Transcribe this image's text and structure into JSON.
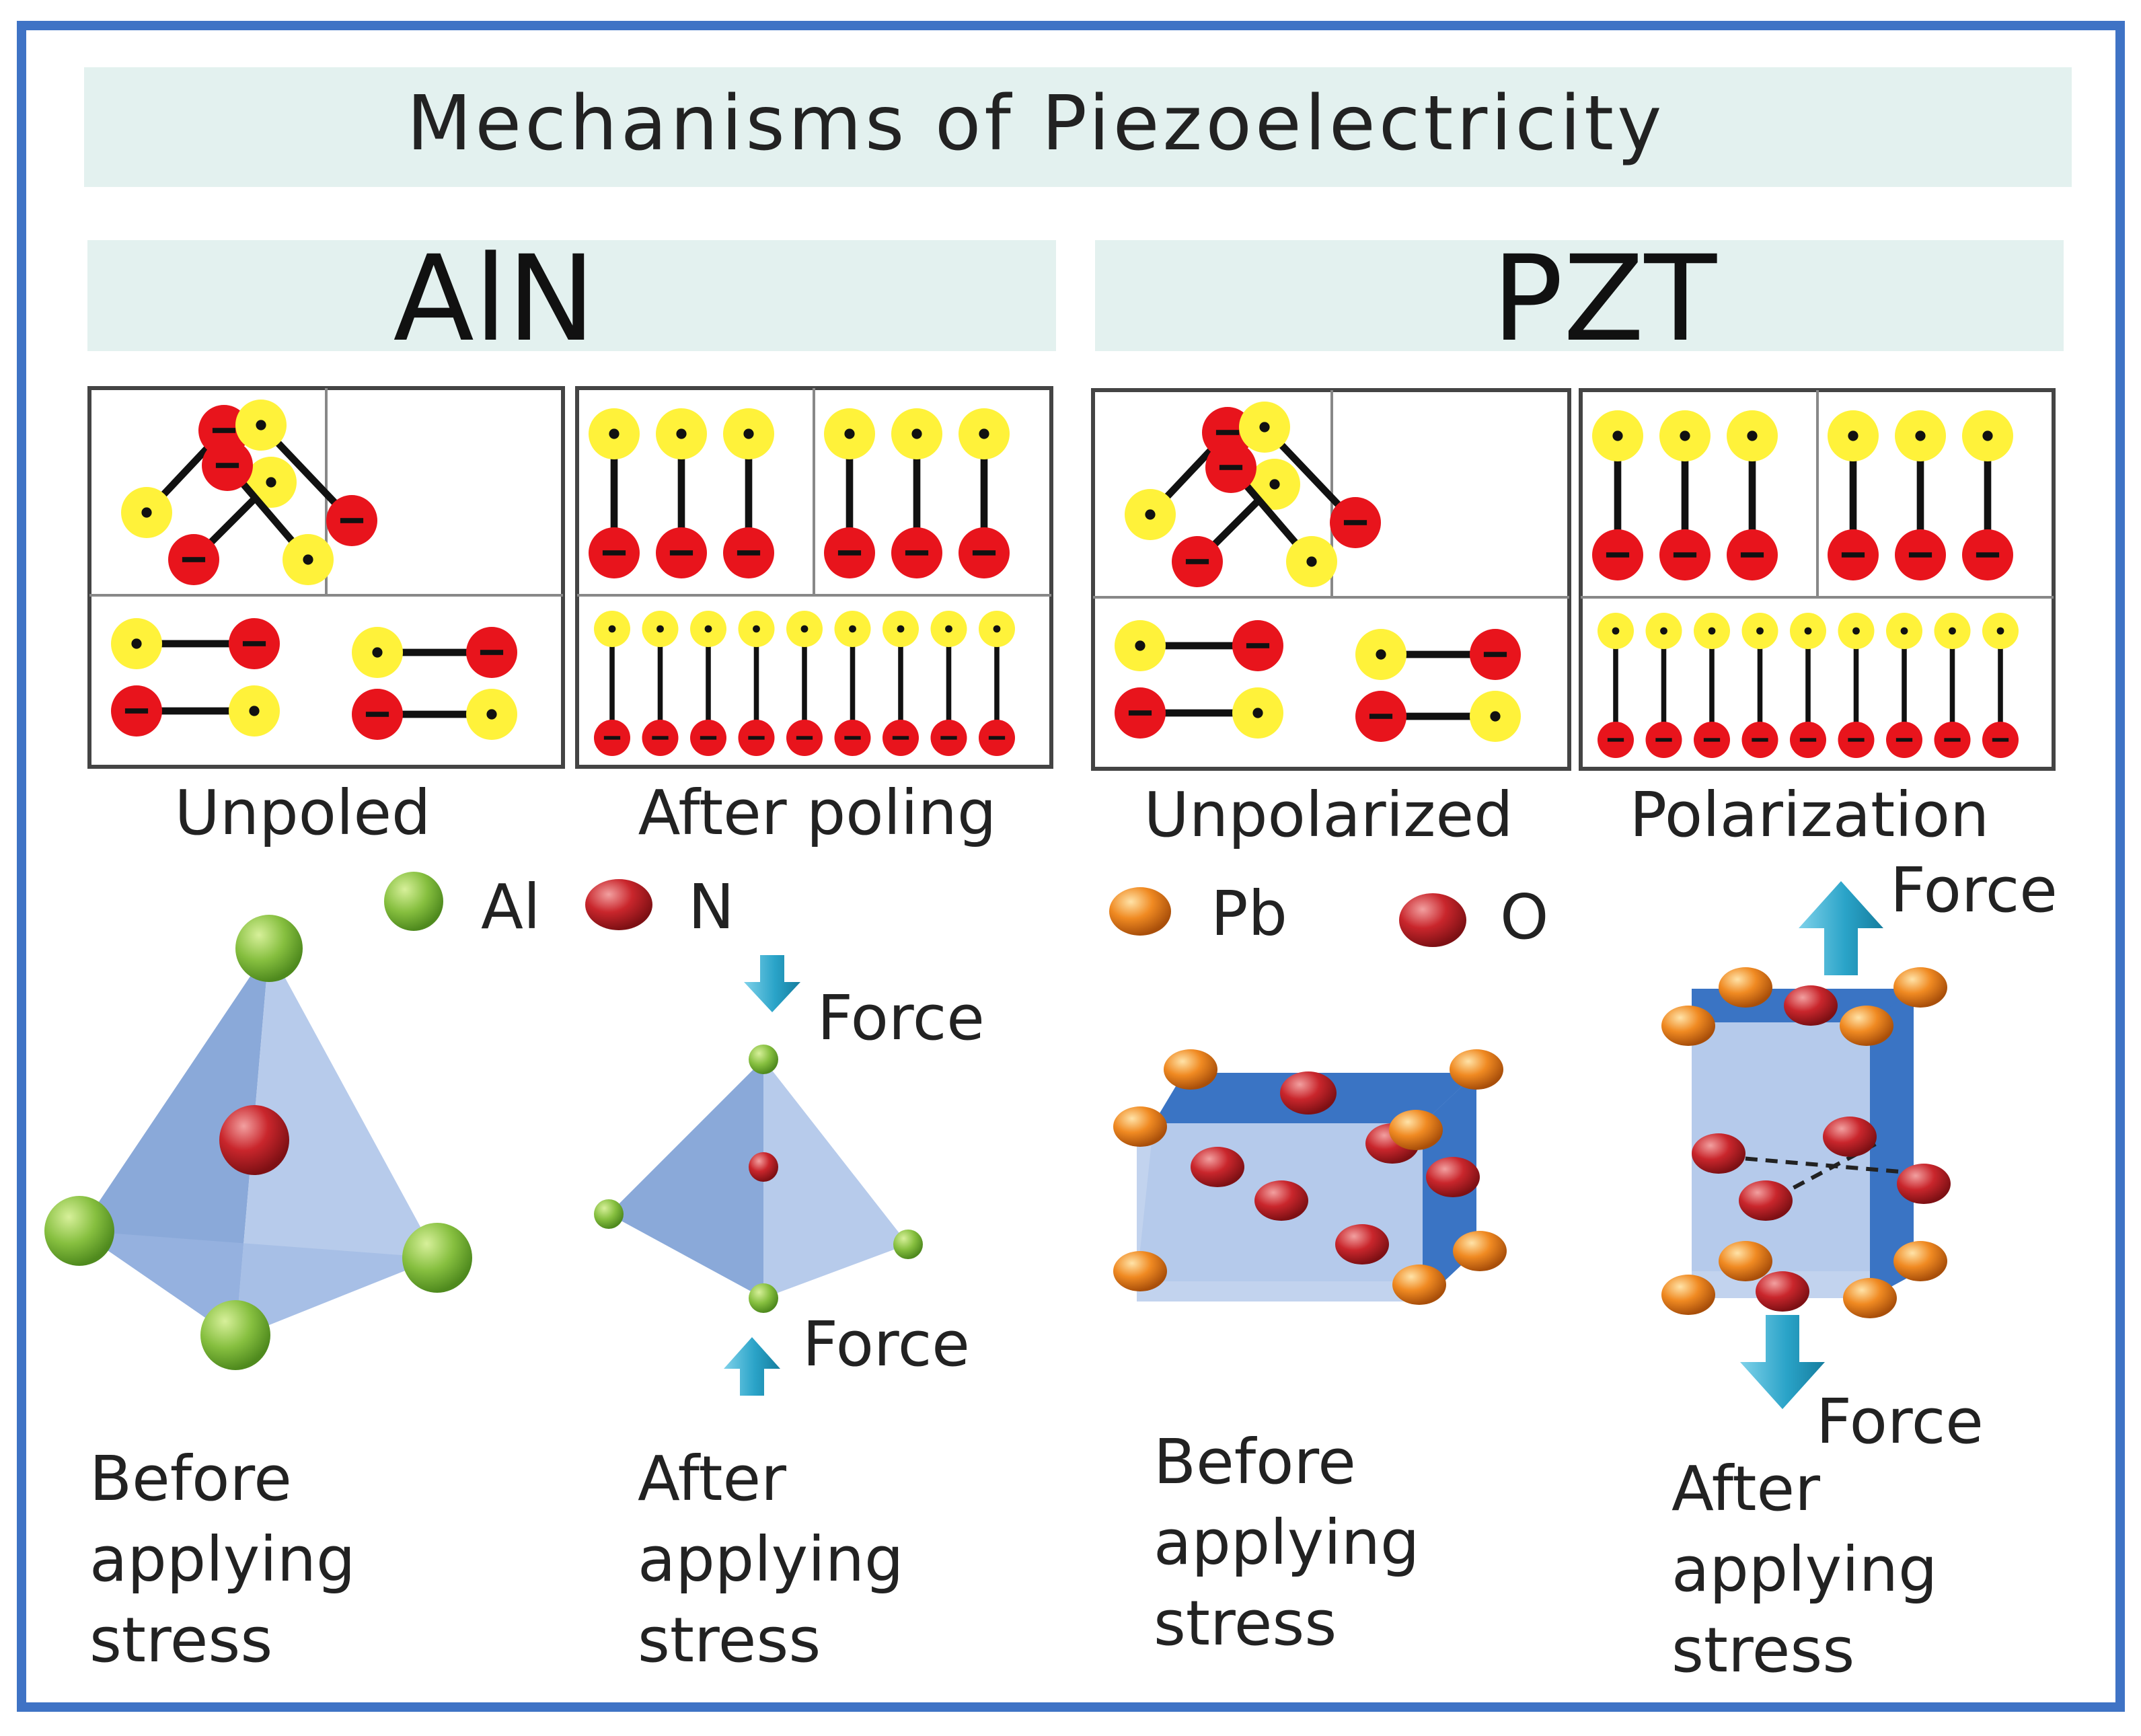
{
  "title": "Mechanisms of Piezoelectricity",
  "sections": {
    "aln": {
      "heading": "AlN",
      "panel_left_caption": "Unpoled",
      "panel_right_caption": "After poling",
      "legend": {
        "atom_a": "Al",
        "atom_b": "N"
      },
      "force_top": "Force",
      "force_bottom": "Force",
      "before_caption": [
        "Before",
        "applying",
        "stress"
      ],
      "after_caption": [
        "After",
        "applying",
        "stress"
      ]
    },
    "pzt": {
      "heading": "PZT",
      "panel_left_caption": "Unpolarized",
      "panel_right_caption": "Polarization",
      "legend": {
        "atom_a": "Pb",
        "atom_b": "O"
      },
      "force_top": "Force",
      "force_bottom": "Force",
      "before_caption": [
        "Before",
        "applying",
        "stress"
      ],
      "after_caption": [
        "After",
        "applying",
        "stress"
      ]
    }
  },
  "colors": {
    "frame": "#3f73c5",
    "banner": "#e3f1ef",
    "positive_pole": "#fff23a",
    "negative_pole": "#e8141c",
    "al_atom": "#7fb83c",
    "n_atom": "#c2272d",
    "pb_atom": "#ef8a22",
    "o_atom": "#c2272d",
    "crystal_face": "#a9c2e6",
    "crystal_edge": "#3a74c4",
    "force_arrow": "#2aa3c8"
  },
  "icons": [
    "positive-charge-icon",
    "negative-charge-icon",
    "force-arrow-icon"
  ]
}
